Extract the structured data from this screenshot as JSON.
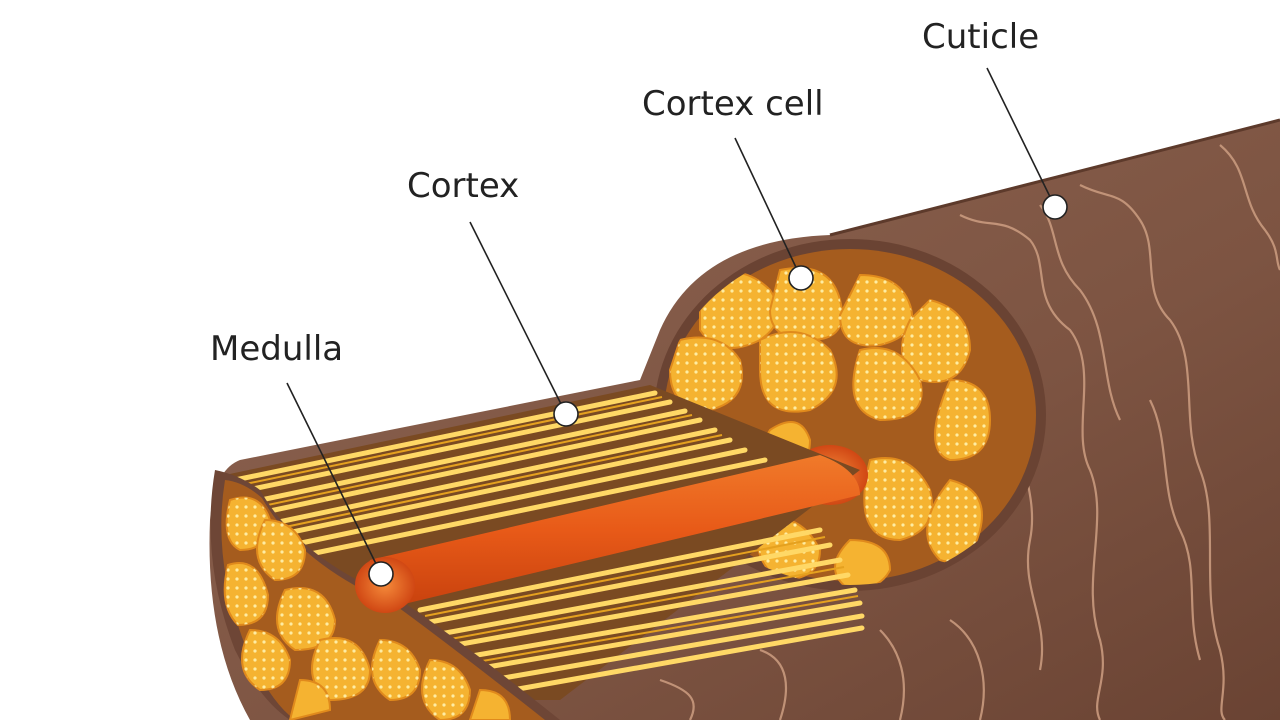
{
  "labels": {
    "cuticle": "Cuticle",
    "cortex_cell": "Cortex cell",
    "cortex": "Cortex",
    "medulla": "Medulla"
  },
  "colors": {
    "background": "#ffffff",
    "cuticle_brown": "#8a5f4a",
    "cuticle_dark": "#6e4636",
    "cortex_yellow": "#f5b331",
    "cortex_light": "#ffd866",
    "medulla_orange": "#e8591a",
    "leader_line": "#222222"
  }
}
